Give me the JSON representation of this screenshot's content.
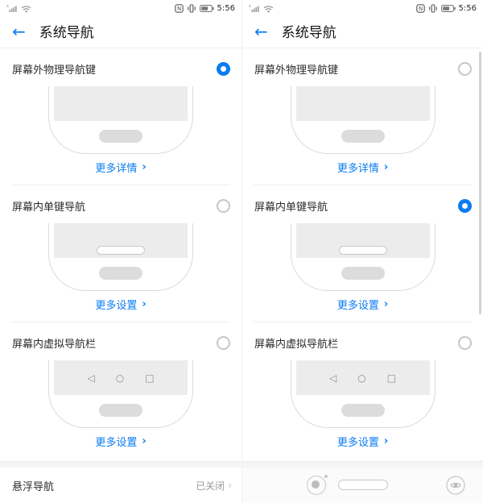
{
  "colors": {
    "accent": "#0b7cf2",
    "link": "#0b7cf2",
    "radio_selected": "#0b7cf2",
    "screen_fill": "#ececec",
    "pill_fill": "#dcdcdc"
  },
  "status_bar": {
    "time": "5:56",
    "left_icons": [
      "signal-icon",
      "wifi-icon"
    ],
    "right_icons": [
      "nfc-icon",
      "vibrate-icon",
      "battery-icon"
    ]
  },
  "header": {
    "title": "系统导航"
  },
  "sections": [
    {
      "title": "屏幕外物理导航键",
      "link": "更多详情",
      "variant": "physical-button"
    },
    {
      "title": "屏幕内单键导航",
      "link": "更多设置",
      "variant": "single-key"
    },
    {
      "title": "屏幕内虚拟导航栏",
      "link": "更多设置",
      "variant": "virtual-bar"
    }
  ],
  "panels": [
    {
      "side": "left",
      "selected_index": 0,
      "footer": {
        "type": "row",
        "label": "悬浮导航",
        "value": "已关闭"
      }
    },
    {
      "side": "right",
      "selected_index": 1,
      "footer": {
        "type": "navbar",
        "icons": [
          "assistant-icon",
          "home-pill",
          "eye-icon"
        ]
      }
    }
  ],
  "glyphs": {
    "back_arrow": "←",
    "chevron": "›",
    "nav_back": "◁",
    "nav_home": "○",
    "nav_recent": "□"
  }
}
